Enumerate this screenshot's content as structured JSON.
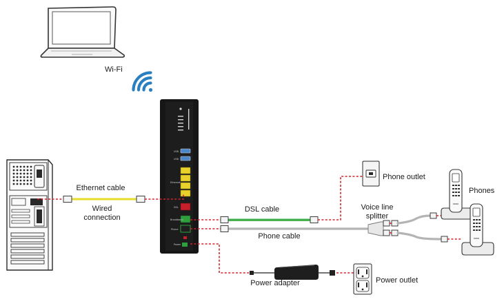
{
  "labels": {
    "wifi": "Wi-Fi",
    "ethernet_cable": "Ethernet cable",
    "wired_connection_1": "Wired",
    "wired_connection_2": "connection",
    "dsl_cable": "DSL cable",
    "phone_cable": "Phone cable",
    "phone_outlet": "Phone outlet",
    "voice_line_splitter_1": "Voice line",
    "voice_line_splitter_2": "splitter",
    "phones": "Phones",
    "power_adapter": "Power adapter",
    "power_outlet": "Power outlet"
  },
  "icons": [
    "laptop-icon",
    "wifi-icon",
    "desktop-computer-icon",
    "modem-icon",
    "wall-phone-jack-icon",
    "cordless-phone-icon",
    "power-adapter-icon",
    "wall-power-outlet-icon"
  ],
  "colors": {
    "connection_dash": "#d2222a",
    "ethernet_cable": "#e6dc2a",
    "dsl_cable": "#3fae49",
    "phone_cable": "#b4b4b4",
    "wifi_signal": "#2a7fc1",
    "modem_body": "#161616",
    "port_yellow": "#e8d12a",
    "port_red": "#c8202a",
    "port_green": "#2f9e3c",
    "port_blue": "#4a86c8"
  }
}
